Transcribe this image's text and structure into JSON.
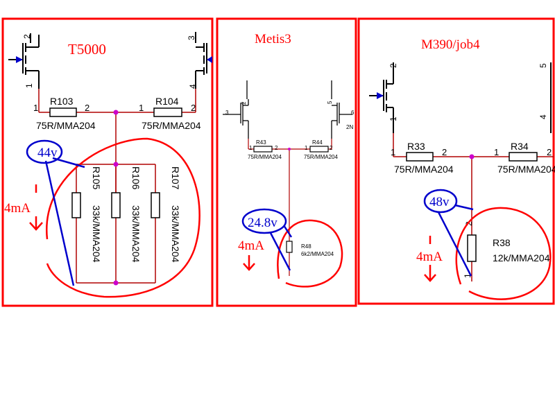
{
  "colors": {
    "frame": "#ff0000",
    "wire": "#b00000",
    "part": "#000000",
    "junction": "#cc00cc",
    "pencil": "#0000cc",
    "annotation": "#ff0000"
  },
  "panels": [
    {
      "title": "T5000",
      "pins": {
        "r1_left": "1",
        "r1_right": "2",
        "r2_left": "1",
        "r2_right": "2",
        "q1_top": "2",
        "q1_bot": "1",
        "q2_top": "3",
        "q2_bot": "4"
      },
      "resistors_top": [
        {
          "ref": "R103",
          "value": "75R/MMA204"
        },
        {
          "ref": "R104",
          "value": "75R/MMA204"
        }
      ],
      "resistors_vertical": [
        {
          "ref": "R105",
          "value": "33k/MMA204"
        },
        {
          "ref": "R106",
          "value": "33k/MMA204"
        },
        {
          "ref": "R107",
          "value": "33k/MMA204"
        }
      ],
      "voltage": "44v",
      "current": "4mA"
    },
    {
      "title": "Metis3",
      "pins": {
        "r1_left": "1",
        "r1_right": "2",
        "r2_left": "1",
        "r2_right": "2",
        "q1_gate": "3",
        "q1_top": "2",
        "q2_gate": "6",
        "q2_top": "5",
        "q2_label": "2N"
      },
      "resistors_top": [
        {
          "ref": "R43",
          "value": "75R/MMA204"
        },
        {
          "ref": "R44",
          "value": "75R/MMA204"
        }
      ],
      "resistors_vertical": [
        {
          "ref": "R48",
          "value": "6k2/MMA204"
        }
      ],
      "voltage": "24.8v",
      "current": "4mA"
    },
    {
      "title": "M390/job4",
      "pins": {
        "r1_left": "1",
        "r1_right": "2",
        "r2_left": "1",
        "r2_right": "2",
        "q1_top": "2",
        "q1_bot": "1",
        "q2_top": "5",
        "q2_bot": "4",
        "r3_top": "2",
        "r3_bot": "1"
      },
      "resistors_top": [
        {
          "ref": "R33",
          "value": "75R/MMA204"
        },
        {
          "ref": "R34",
          "value": "75R/MMA204"
        }
      ],
      "resistors_vertical": [
        {
          "ref": "R38",
          "value": "12k/MMA204"
        }
      ],
      "voltage": "48v",
      "current": "4mA"
    }
  ]
}
